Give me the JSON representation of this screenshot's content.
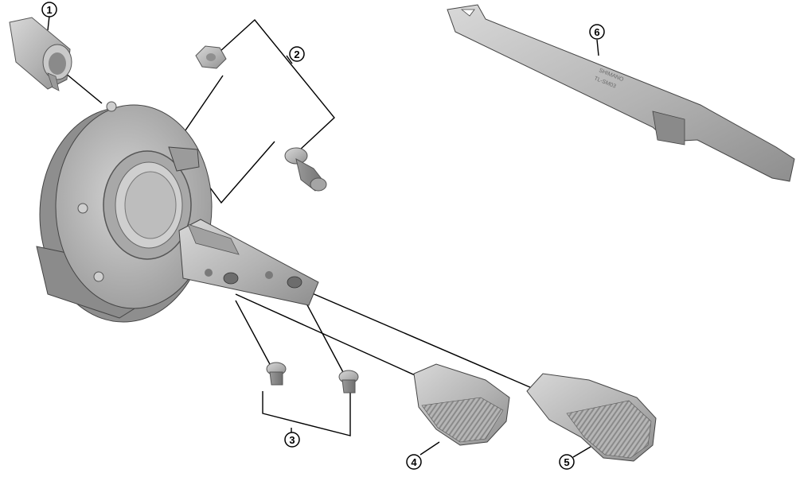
{
  "diagram": {
    "callouts": [
      {
        "id": "1",
        "label": "1"
      },
      {
        "id": "2",
        "label": "2"
      },
      {
        "id": "3",
        "label": "3"
      },
      {
        "id": "4",
        "label": "4"
      },
      {
        "id": "5",
        "label": "5"
      },
      {
        "id": "6",
        "label": "6"
      }
    ],
    "tool_engraving": [
      "SHIMANO",
      "TL-SM03"
    ],
    "colors": {
      "part_fill": "#b9b9b9",
      "part_dark": "#7d7d7d",
      "part_light": "#d9d9d9",
      "line": "#000000"
    }
  }
}
